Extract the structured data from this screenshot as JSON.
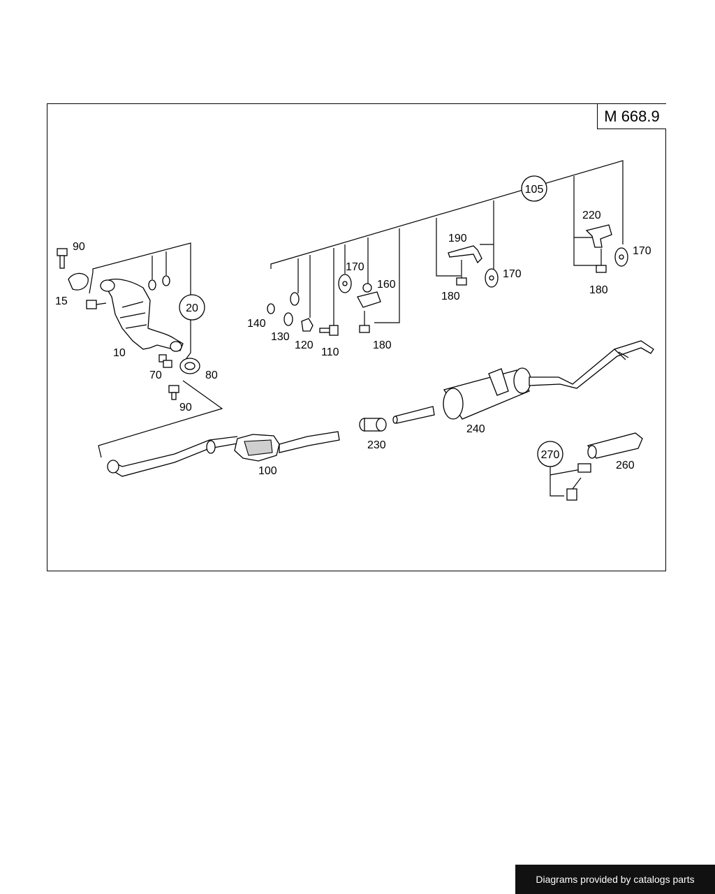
{
  "diagram": {
    "model_code": "M 668.9",
    "callouts": {
      "c10": "10",
      "c15": "15",
      "c20": "20",
      "c70": "70",
      "c80": "80",
      "c90a": "90",
      "c90b": "90",
      "c100": "100",
      "c105": "105",
      "c110": "110",
      "c120": "120",
      "c130": "130",
      "c140": "140",
      "c160": "160",
      "c170a": "170",
      "c170b": "170",
      "c170c": "170",
      "c180a": "180",
      "c180b": "180",
      "c180c": "180",
      "c190": "190",
      "c220": "220",
      "c230": "230",
      "c240": "240",
      "c260": "260",
      "c270": "270"
    }
  },
  "footer": {
    "text": "Diagrams provided by catalogs parts"
  }
}
